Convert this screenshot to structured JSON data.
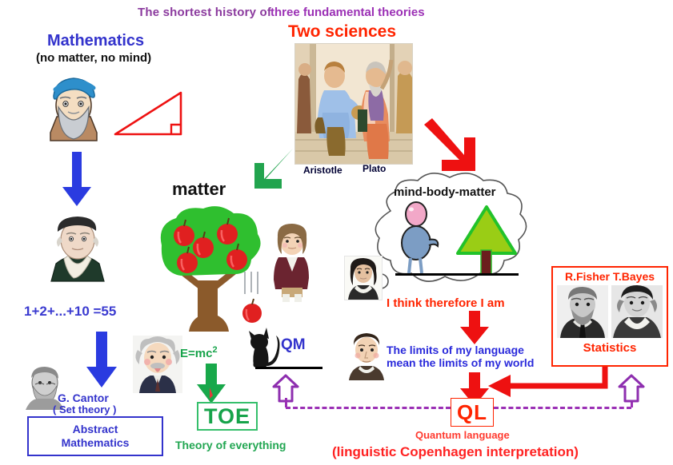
{
  "header": {
    "title_part1": "The shortest history of",
    "title_part2": "three fundamental theories",
    "two_sciences": "Two sciences"
  },
  "mathematics": {
    "heading": "Mathematics",
    "subheading": "(no matter, no mind)",
    "pythagoras_icon": "pythagoras-portrait",
    "triangle_icon": "right-triangle",
    "arrow1_icon": "blue-down-arrow",
    "gauss_icon": "gauss-portrait",
    "sum_formula": "1+2+...+10 =55",
    "arrow2_icon": "blue-down-arrow",
    "cantor_icon": "cantor-portrait",
    "cantor_name": "G. Cantor",
    "cantor_sub": "( Set theory )",
    "box_line1": "Abstract",
    "box_line2": "Mathematics"
  },
  "painting": {
    "caption_left": "Aristotle",
    "caption_right": "Plato",
    "icon": "school-of-athens-painting"
  },
  "matter": {
    "label": "matter",
    "tree_icon": "apple-tree",
    "newton_icon": "newton-portrait",
    "falling_apple_icon": "falling-apple",
    "green_arrow_icon": "green-diagonal-arrow-down-left",
    "einstein_icon": "einstein-portrait",
    "emc2": "E=mc",
    "emc2_sup": "2",
    "green_down_arrow_icon": "green-down-arrow",
    "toe_label": "TOE",
    "toe_caption": "Theory of everything",
    "cat_icon": "schrodinger-cat",
    "qm_label": "QM"
  },
  "mind": {
    "red_arrow_icon": "red-diagonal-arrow-down-right",
    "cloud_label": "mind-body-matter",
    "person_icon": "stick-person",
    "tree_icon": "green-triangle-tree",
    "descartes_icon": "descartes-portrait",
    "cogito": "I think therefore I am",
    "red_down_arrow_icon": "red-down-arrow",
    "wittgenstein_icon": "wittgenstein-portrait",
    "quote_line1": "The limits of my language",
    "quote_line2": "mean the limits of my world"
  },
  "statistics": {
    "heading": "R.Fisher T.Bayes",
    "fisher_icon": "fisher-portrait",
    "bayes_icon": "bayes-portrait",
    "caption": "Statistics",
    "red_elbow_arrow_icon": "red-elbow-arrow-left"
  },
  "ql": {
    "label": "QL",
    "caption": "Quantum language",
    "subcaption": "(linguistic Copenhagen interpretation)",
    "left_up_arrow_icon": "purple-hollow-up-arrow",
    "right_up_arrow_icon": "purple-hollow-up-arrow",
    "dashed_line_icon": "purple-dashed-connector"
  },
  "colors": {
    "purple_title": "#8B3A9E",
    "red": "#FF2400",
    "blue": "#3333CC",
    "green": "#16A34A",
    "dash_purple": "#9B30B5"
  }
}
